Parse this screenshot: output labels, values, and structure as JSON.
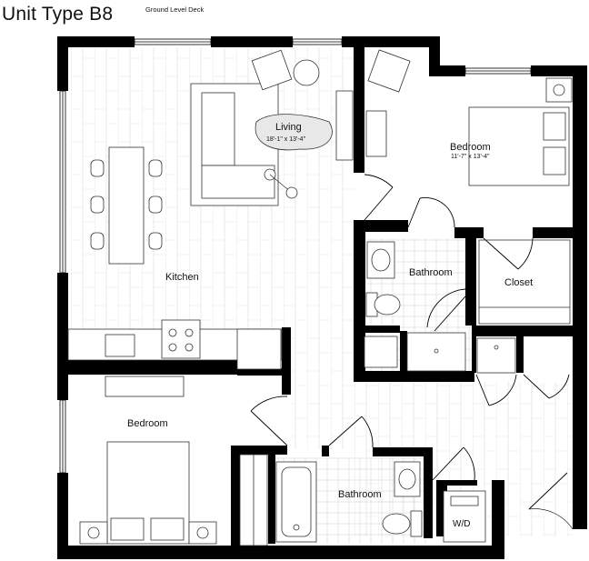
{
  "header": {
    "unit_title": "Unit Type B8",
    "deck_label": "Ground Level Deck"
  },
  "rooms": {
    "living": {
      "label": "Living",
      "dims": "18'-1\" x 13'-4\""
    },
    "bedroom_main": {
      "label": "Bedroom",
      "dims": "11'-7\" x 13'-4\""
    },
    "bathroom_upper": {
      "label": "Bathroom"
    },
    "closet": {
      "label": "Closet"
    },
    "kitchen": {
      "label": "Kitchen"
    },
    "bedroom_lower": {
      "label": "Bedroom"
    },
    "bathroom_lower": {
      "label": "Bathroom"
    },
    "laundry": {
      "label": "W/D"
    }
  },
  "colors": {
    "wall": "#000000",
    "floor_line": "#d9d9d9",
    "tile_line": "#cfcfcf",
    "fixture": "#6e6e6e",
    "rug": "#e8e8e8"
  }
}
